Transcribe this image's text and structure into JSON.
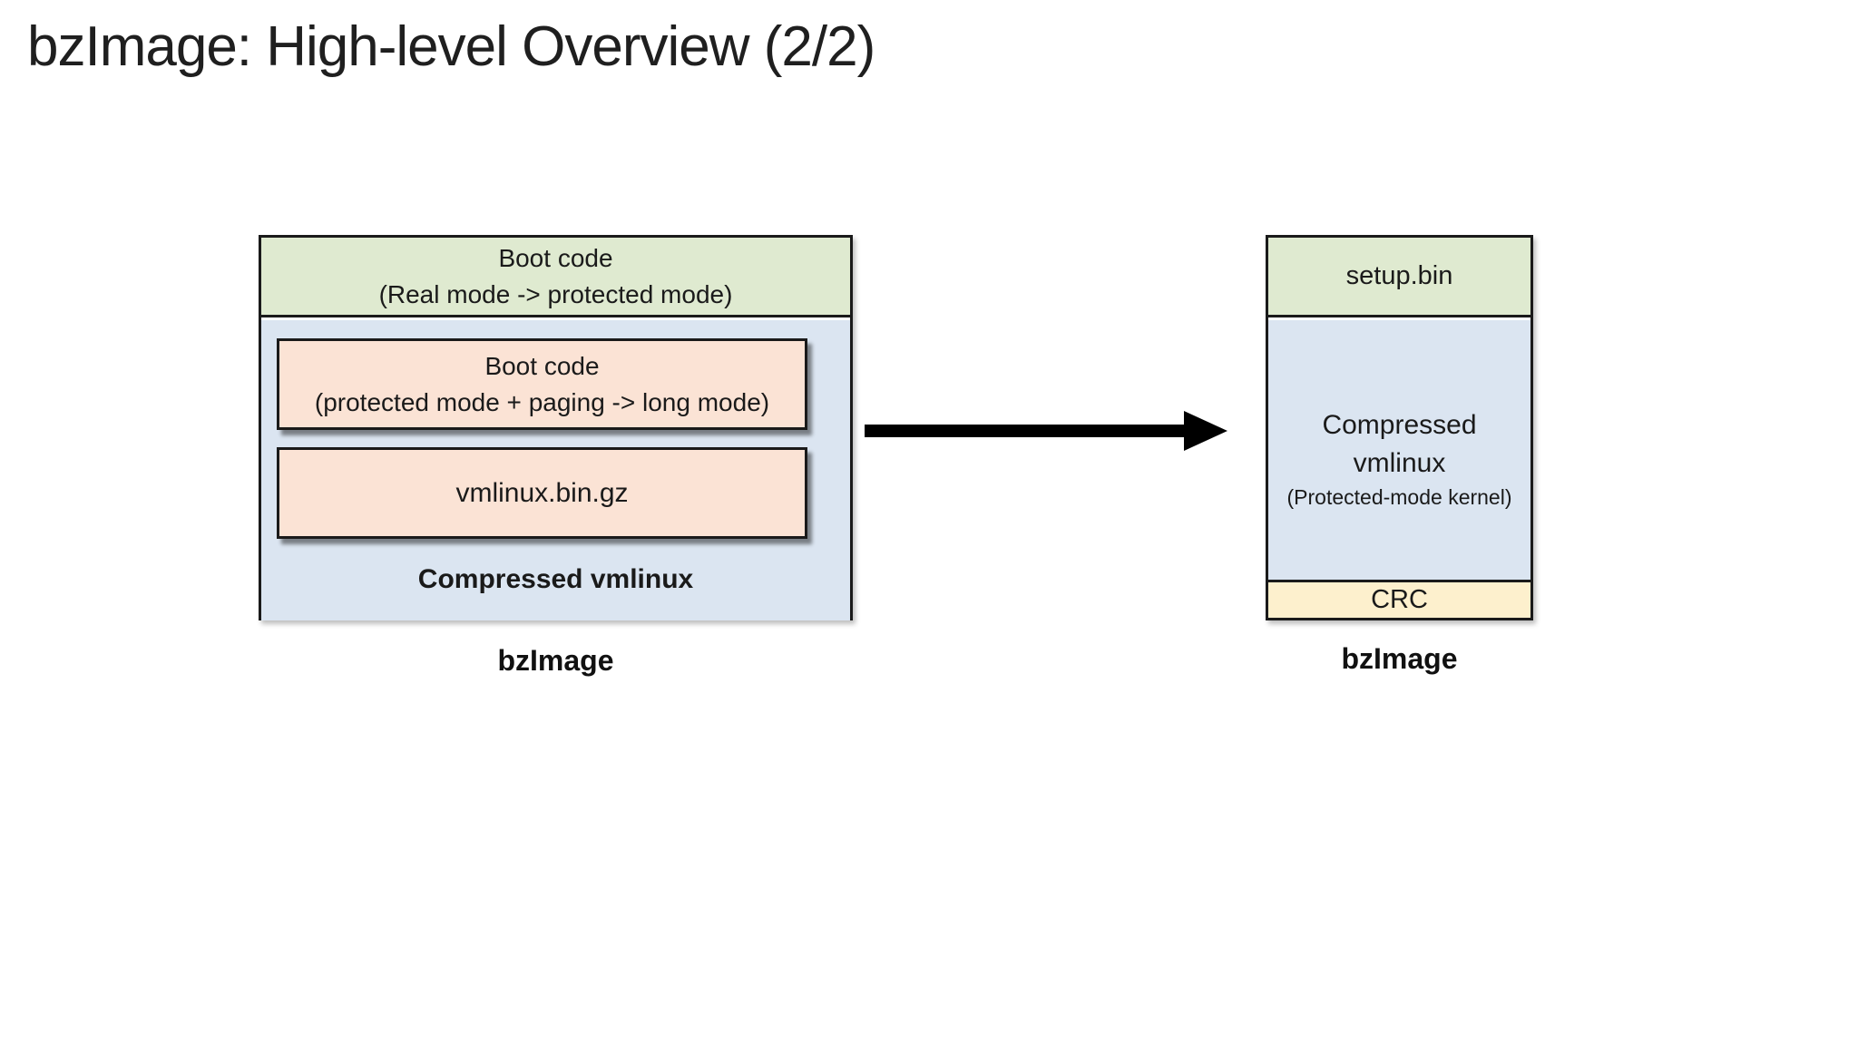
{
  "slide": {
    "title": "bzImage: High-level Overview (2/2)"
  },
  "left_diagram": {
    "label": "bzImage",
    "layers": {
      "boot_real": {
        "line1": "Boot code",
        "line2": "(Real mode -> protected mode)"
      },
      "compressed_vmlinux": {
        "label": "Compressed vmlinux",
        "boot_protected": {
          "line1": "Boot code",
          "line2": "(protected mode + paging -> long mode)"
        },
        "vmlinux_gz": "vmlinux.bin.gz"
      }
    }
  },
  "right_diagram": {
    "label": "bzImage",
    "layers": {
      "setup_bin": "setup.bin",
      "compressed_vmlinux": {
        "line1": "Compressed",
        "line2": "vmlinux",
        "line3": "(Protected-mode kernel)"
      },
      "crc": "CRC"
    }
  },
  "colors": {
    "green_fill": "#dfead0",
    "blue_fill": "#dbe5f1",
    "salmon_fill": "#fbe3d5",
    "yellow_fill": "#fdf0cd",
    "border": "#1a1a1a",
    "arrow": "#000000",
    "text": "#1a1a1a"
  }
}
